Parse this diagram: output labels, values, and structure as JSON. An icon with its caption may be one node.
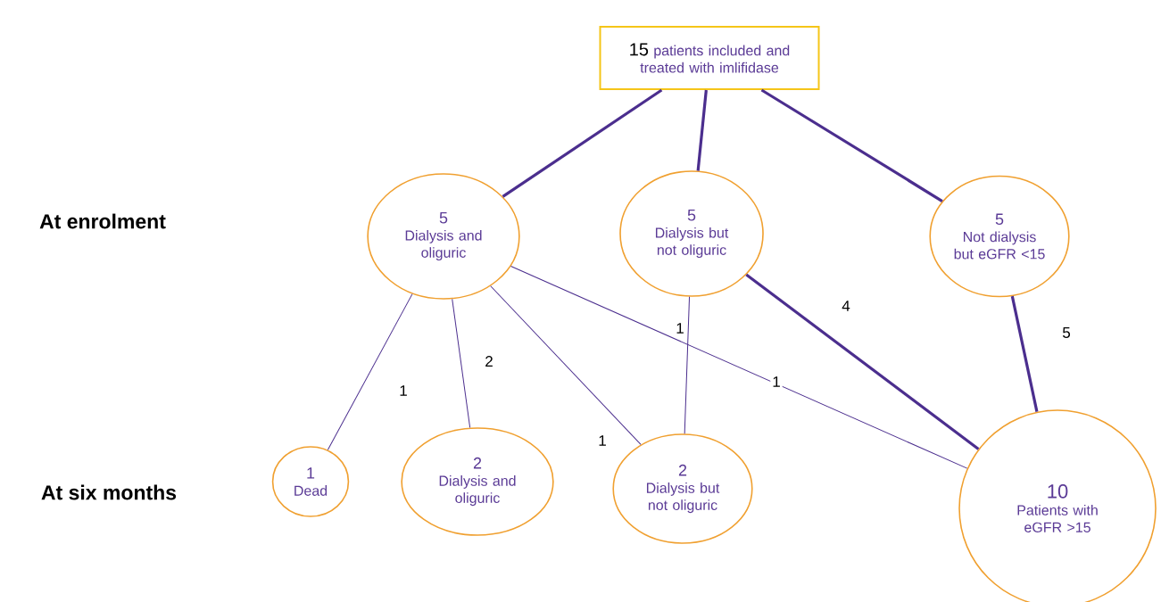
{
  "diagram": {
    "nodes": [
      {
        "text": [
          "15",
          "patients included and treated with imlifidase"
        ]
      },
      {
        "text": [
          "5",
          "Dialysis and oliguric"
        ]
      },
      {
        "text": [
          "5",
          "Dialysis but not oliguric"
        ]
      },
      {
        "text": [
          "5",
          "Not dialysis but eGFR <15"
        ]
      },
      {
        "text": [
          "1",
          "Dead"
        ]
      },
      {
        "text": [
          "2",
          "Dialysis and oliguric"
        ]
      },
      {
        "text": [
          "2",
          "Dialysis but not oliguric"
        ]
      },
      {
        "text": [
          "10",
          "Patients with eGFR >15"
        ]
      }
    ],
    "edges": [
      {
        "from": 0,
        "to": 1,
        "arrow": "none",
        "style": "thick"
      },
      {
        "from": 0,
        "to": 2,
        "arrow": "none",
        "style": "thick"
      },
      {
        "from": 0,
        "to": 3,
        "arrow": "none",
        "style": "thick"
      },
      {
        "from": 1,
        "to": 4,
        "arrow": "none",
        "label": "1"
      },
      {
        "from": 1,
        "to": 5,
        "arrow": "none",
        "label": "2"
      },
      {
        "from": 1,
        "to": 6,
        "arrow": "none",
        "label": "1"
      },
      {
        "from": 1,
        "to": 7,
        "arrow": "none",
        "label": "1"
      },
      {
        "from": 2,
        "to": 6,
        "arrow": "none",
        "label": "1"
      },
      {
        "from": 2,
        "to": 7,
        "arrow": "none",
        "label": "4",
        "style": "thick"
      },
      {
        "from": 3,
        "to": 7,
        "arrow": "none",
        "label": "5",
        "style": "thick"
      }
    ],
    "labels": [
      "At enrolment",
      "At six months"
    ]
  }
}
